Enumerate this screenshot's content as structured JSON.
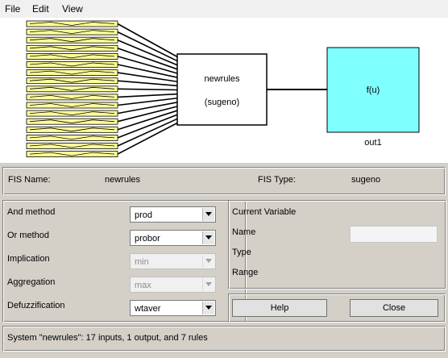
{
  "menu": {
    "file": "File",
    "edit": "Edit",
    "view": "View"
  },
  "diagram": {
    "input_count": 17,
    "system_name": "newrules",
    "system_type": "(sugeno)",
    "output_function": "f(u)",
    "output_name": "out1",
    "input_fill": "#ffff99",
    "output_fill": "#80ffff"
  },
  "fis": {
    "name_label": "FIS Name:",
    "name_value": "newrules",
    "type_label": "FIS Type:",
    "type_value": "sugeno"
  },
  "methods": {
    "and": {
      "label": "And method",
      "value": "prod"
    },
    "or": {
      "label": "Or method",
      "value": "probor"
    },
    "implication": {
      "label": "Implication",
      "value": "min"
    },
    "aggregation": {
      "label": "Aggregation",
      "value": "max"
    },
    "defuzz": {
      "label": "Defuzzification",
      "value": "wtaver"
    }
  },
  "current_variable": {
    "title": "Current Variable",
    "name_label": "Name",
    "type_label": "Type",
    "range_label": "Range"
  },
  "buttons": {
    "help": "Help",
    "close": "Close"
  },
  "status": "System \"newrules\": 17 inputs, 1 output, and 7 rules"
}
